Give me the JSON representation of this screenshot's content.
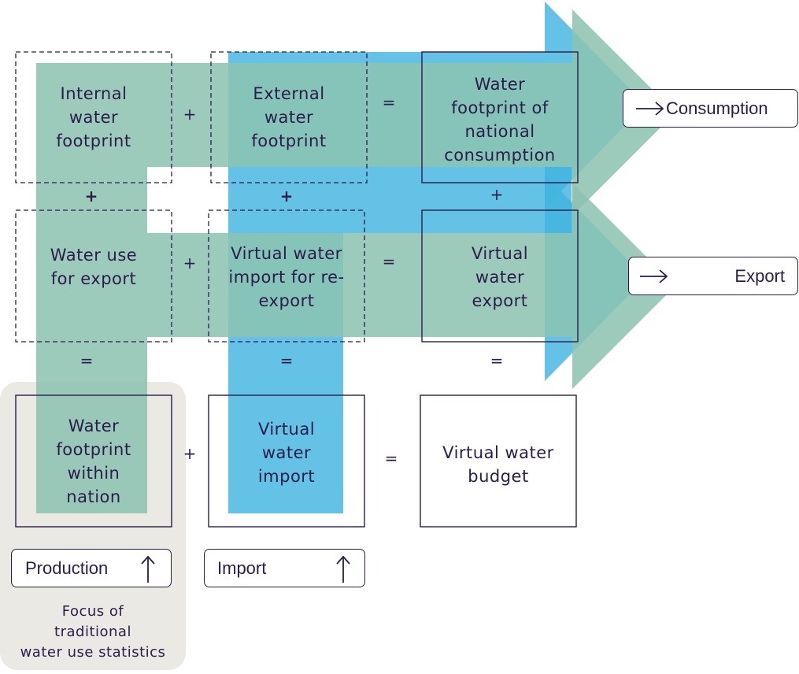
{
  "cells": {
    "internal_wf": "Internal\nwater\nfootprint",
    "external_wf": "External\nwater\nfootprint",
    "wf_consumption": "Water\nfootprint of\nnational\nconsumption",
    "water_use_export": "Water use\nfor export",
    "vw_import_reexport": "Virtual water\nimport for re-\nexport",
    "vw_export": "Virtual\nwater\nexport",
    "wf_within_nation": "Water\nfootprint\nwithin\nnation",
    "vw_import": "Virtual\nwater\nimport",
    "vw_budget": "Virtual water\nbudget"
  },
  "operators": {
    "plus": "+",
    "equals": "="
  },
  "labels": {
    "consumption": "Consumption",
    "export": "Export",
    "production": "Production",
    "import": "Import"
  },
  "focus": {
    "line1": "Focus of",
    "line2": "traditional",
    "line3": "water use statistics"
  },
  "colors": {
    "green_flow": "#8cc3b1",
    "blue_flow": "#41b4e0",
    "text": "#2b1c4a",
    "focus_bg": "#ebe9e4"
  },
  "icons": {
    "right_arrow": "arrow-right-icon",
    "up_arrow": "arrow-up-icon"
  }
}
